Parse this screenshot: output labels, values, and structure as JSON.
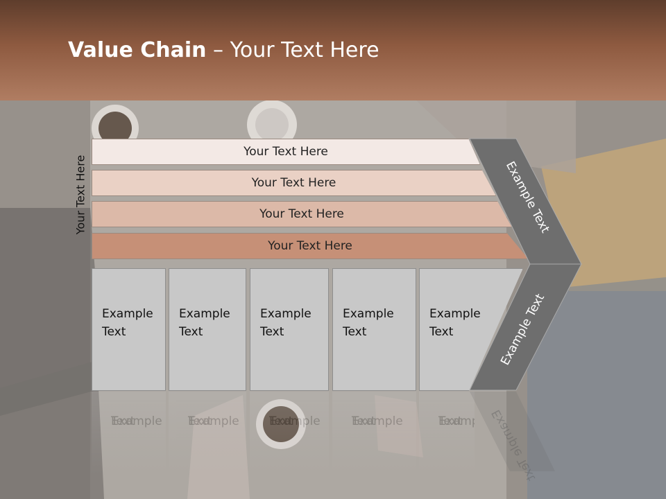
{
  "header": {
    "title_bold": "Value Chain",
    "title_rest": " – Your Text Here"
  },
  "side_label": "Your Text Here",
  "bars": [
    {
      "label": "Your Text Here",
      "color": "#f3e9e5"
    },
    {
      "label": "Your Text Here",
      "color": "#ead1c5"
    },
    {
      "label": "Your Text Here",
      "color": "#dcb9a8"
    },
    {
      "label": "Your Text Here",
      "color": "#c69077"
    }
  ],
  "boxes": [
    {
      "line1": "Example",
      "line2": "Text"
    },
    {
      "line1": "Example",
      "line2": "Text"
    },
    {
      "line1": "Example",
      "line2": "Text"
    },
    {
      "line1": "Example",
      "line2": "Text"
    },
    {
      "line1": "Example",
      "line2": "Text"
    }
  ],
  "chevron": {
    "upper_label": "Example Text",
    "lower_label": "Example Text",
    "color": "#6e6e6e"
  }
}
